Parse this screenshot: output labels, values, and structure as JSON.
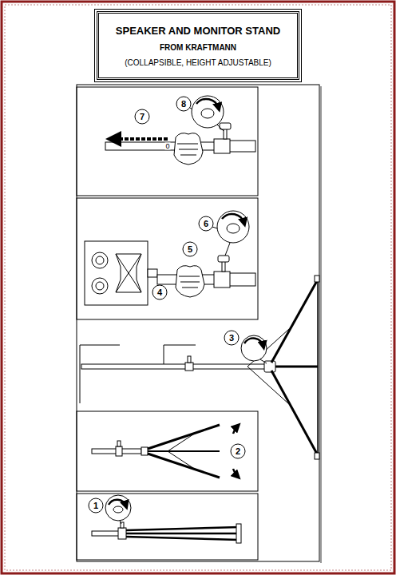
{
  "diagram": {
    "nodes": [
      {
        "text": [
          "SPEAKER AND MONITOR STAND",
          "FROM KRAFTMANN",
          "(COLLAPSIBLE, HEIGHT ADJUSTABLE)"
        ]
      }
    ],
    "labels": [
      "8",
      "7",
      "0",
      "6",
      "5",
      "4",
      "3",
      "2",
      "1"
    ]
  }
}
